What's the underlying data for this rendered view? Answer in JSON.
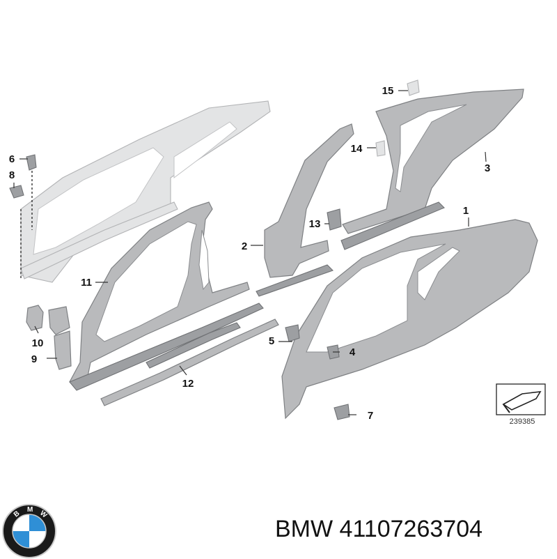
{
  "diagram": {
    "callouts": [
      {
        "id": "1",
        "label": "1"
      },
      {
        "id": "2",
        "label": "2"
      },
      {
        "id": "3",
        "label": "3"
      },
      {
        "id": "4",
        "label": "4"
      },
      {
        "id": "5",
        "label": "5"
      },
      {
        "id": "6",
        "label": "6"
      },
      {
        "id": "7",
        "label": "7"
      },
      {
        "id": "8",
        "label": "8"
      },
      {
        "id": "9",
        "label": "9"
      },
      {
        "id": "10",
        "label": "10"
      },
      {
        "id": "11",
        "label": "11"
      },
      {
        "id": "12",
        "label": "12"
      },
      {
        "id": "13",
        "label": "13"
      },
      {
        "id": "14",
        "label": "14"
      },
      {
        "id": "15",
        "label": "15"
      }
    ],
    "reference_number": "239385"
  },
  "footer": {
    "brand": "BMW",
    "part_number": "41107263704",
    "text": "BMW 41107263704"
  },
  "logo": {
    "letters": "BMW",
    "colors": {
      "ring": "#1a1a1a",
      "blue": "#2f8fd6",
      "white": "#ffffff",
      "silver": "#c8c8c8"
    }
  }
}
